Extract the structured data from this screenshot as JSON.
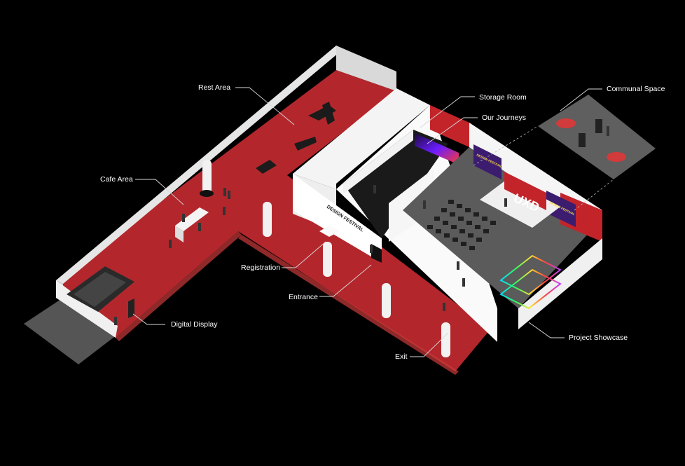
{
  "signage": {
    "entrance_wall": "DESIGN FESTIVAL",
    "stage_logo": "UXD",
    "banner_left": "DESIGN FESTIVAL",
    "banner_right": "DESIGN FESTIVAL"
  },
  "labels": {
    "rest_area": "Rest Area",
    "storage_room": "Storage Room",
    "our_journeys": "Our Journeys",
    "communal_space": "Communal Space",
    "cafe_area": "Cafe Area",
    "registration": "Registration",
    "entrance": "Entrance",
    "digital_display": "Digital Display",
    "project_showcase": "Project Showcase",
    "exit": "Exit"
  },
  "colors": {
    "background": "#000000",
    "carpet": "#b3272c",
    "wall": "#f2f2f2",
    "hall_floor": "#5b5b5b",
    "leader_line": "#d9d9d9"
  }
}
